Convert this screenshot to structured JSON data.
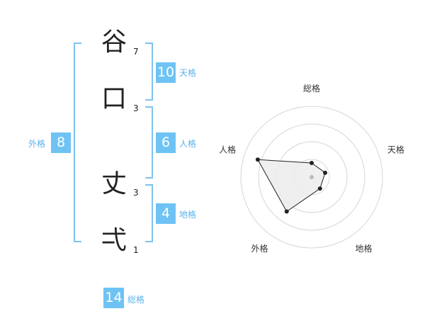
{
  "name": {
    "characters": [
      {
        "char": "谷",
        "strokes": "7"
      },
      {
        "char": "口",
        "strokes": "3"
      },
      {
        "char": "丈",
        "strokes": "3"
      },
      {
        "char": "弌",
        "strokes": "1"
      }
    ]
  },
  "fortunes": {
    "tenkaku": {
      "value": "10",
      "label": "天格"
    },
    "jinkaku": {
      "value": "6",
      "label": "人格"
    },
    "chikaku": {
      "value": "4",
      "label": "地格"
    },
    "gaikaku": {
      "value": "8",
      "label": "外格"
    },
    "soukaku": {
      "value": "14",
      "label": "総格"
    }
  },
  "chart_data": {
    "type": "radar",
    "axes": [
      "総格",
      "天格",
      "地格",
      "外格",
      "人格"
    ],
    "max": 5,
    "rings": 4,
    "values": [
      1,
      1,
      1,
      3,
      4
    ],
    "colors": {
      "fill": "#ececec",
      "line": "#222222",
      "grid": "#d6d6d6",
      "point": "#222222",
      "center": "#bbbbbb"
    }
  }
}
